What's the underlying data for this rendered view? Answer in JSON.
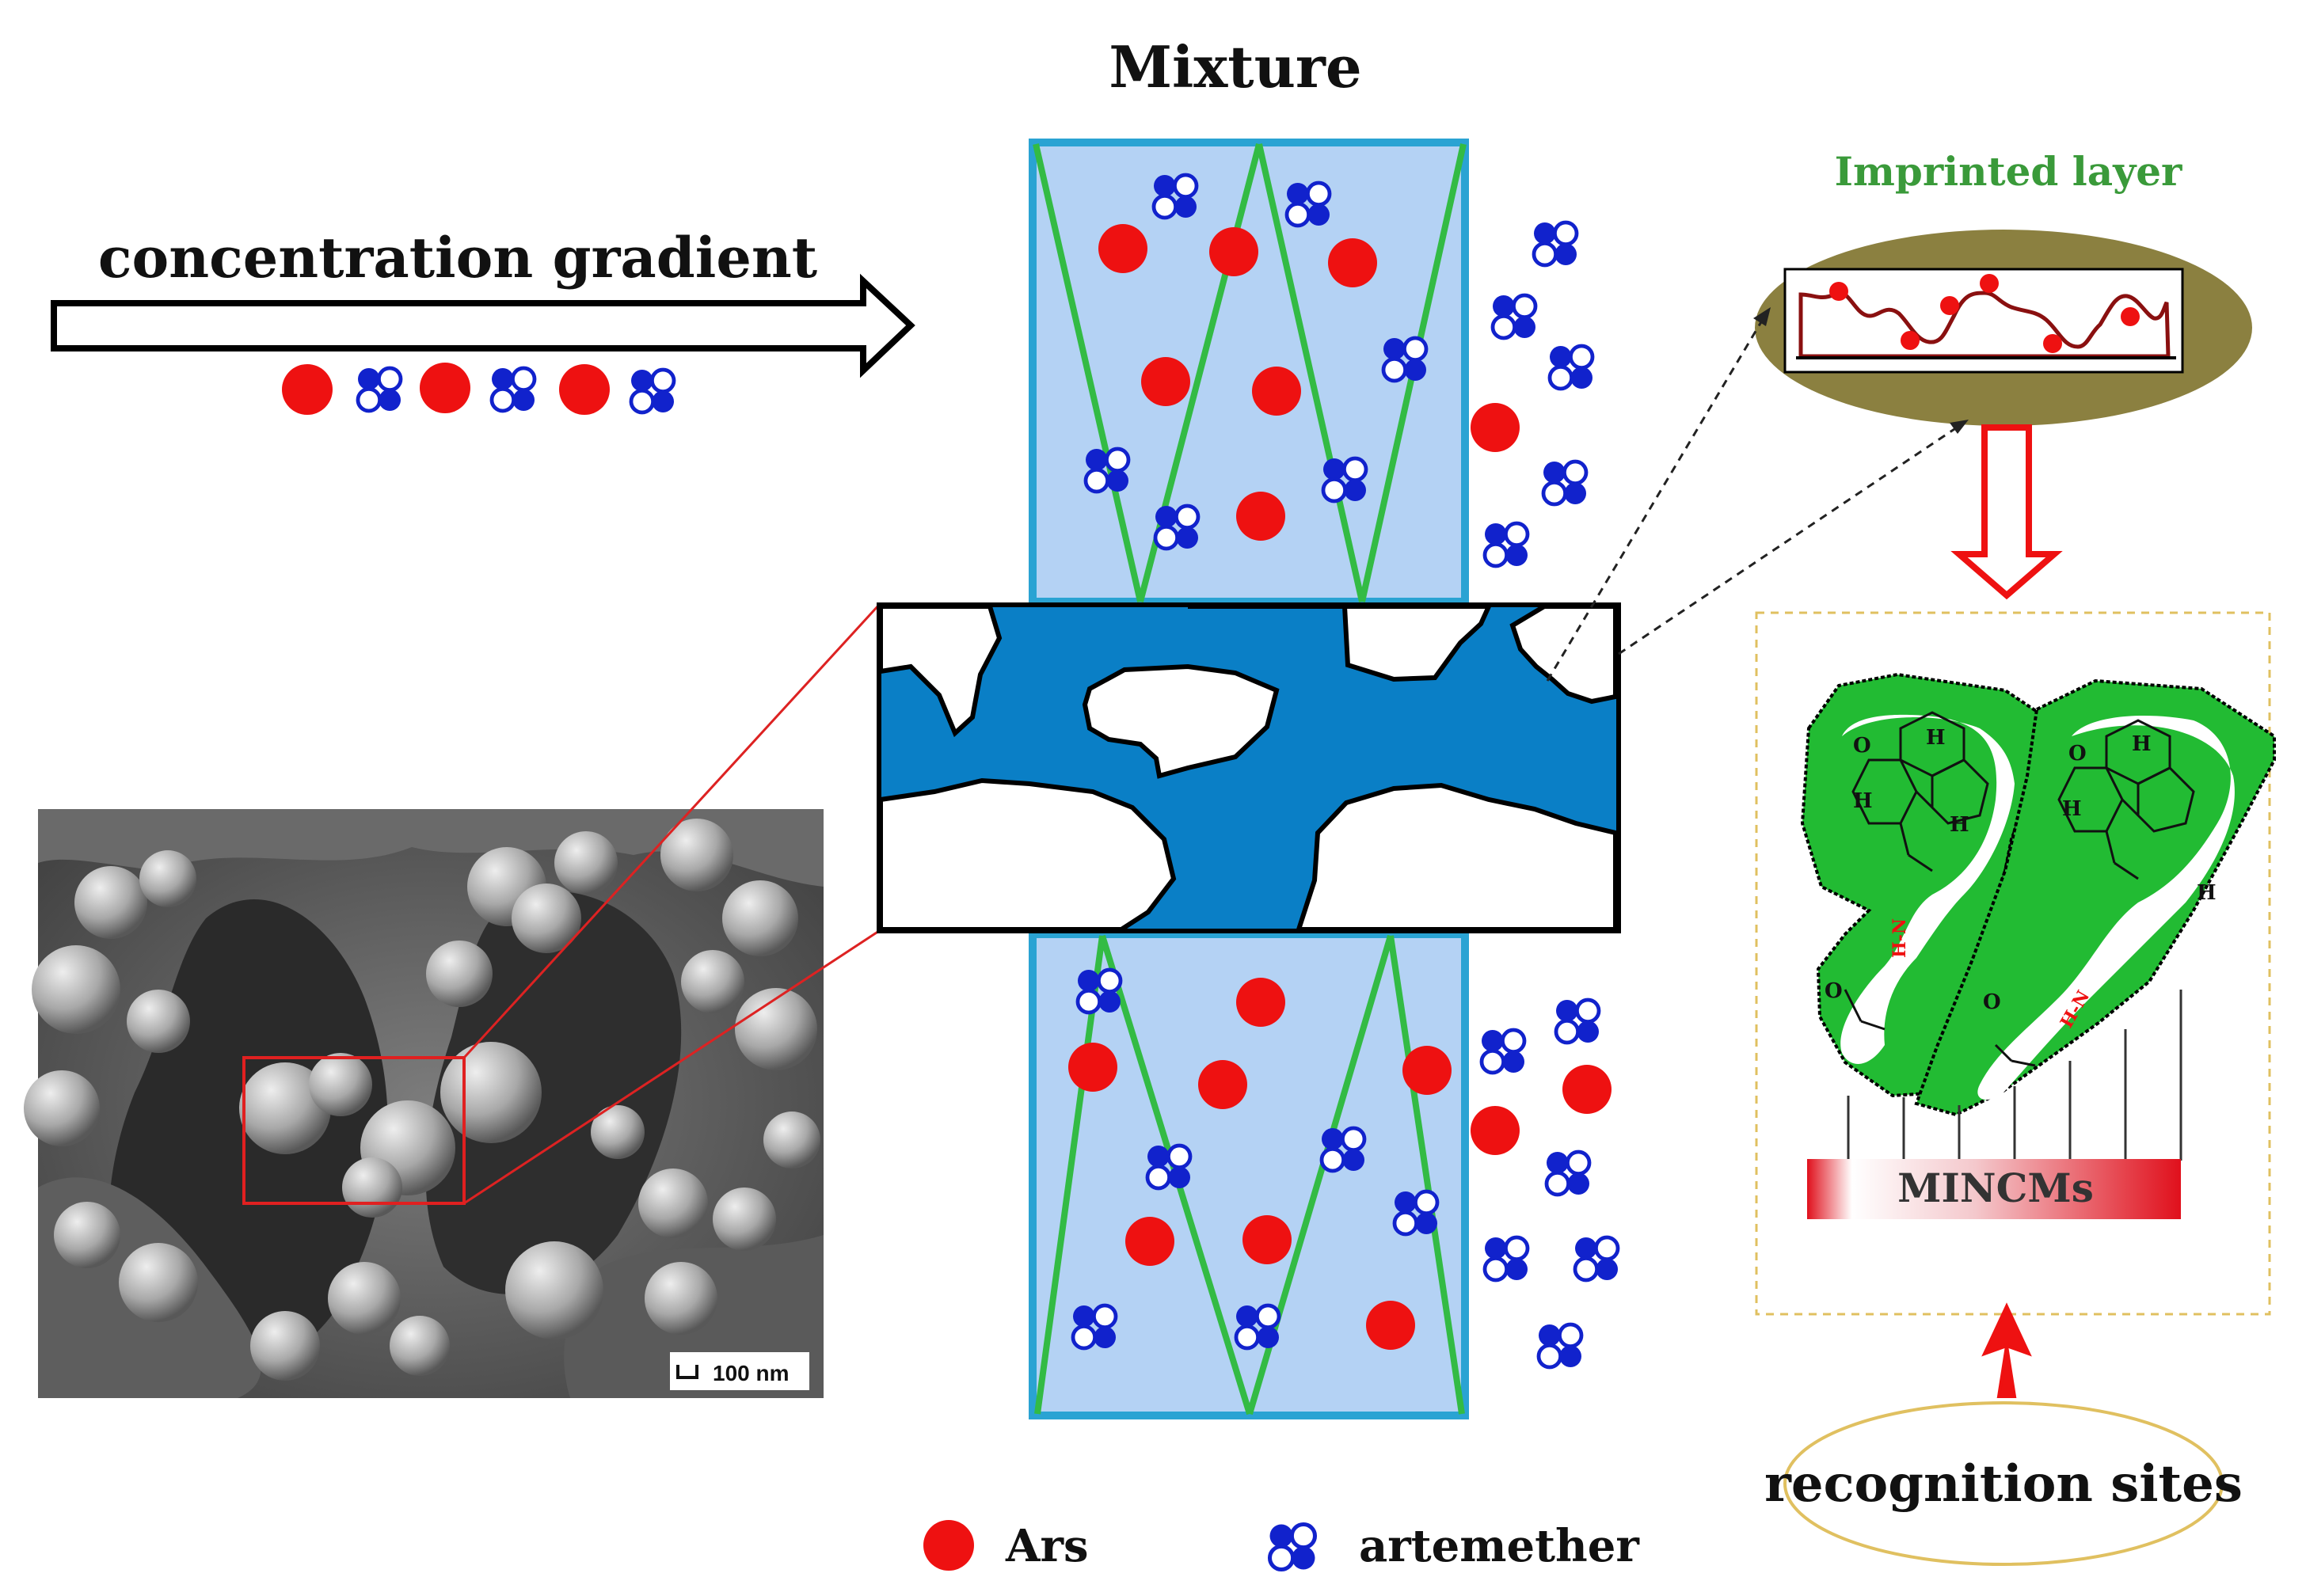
{
  "title": "Mixture",
  "gradient_label": "concentration gradient",
  "imprinted_layer_label": "Imprinted layer",
  "sem_scale_label": "100 nm",
  "mincm_label": "MINCMs",
  "recognition_label": "recognition sites",
  "atom_labels": {
    "hydrogen": "H",
    "oxygen": "O",
    "bond_label": "H-N"
  },
  "legend": {
    "ars_label": "Ars",
    "artemether_label": "artemether"
  },
  "colors": {
    "ars": "#ee1111",
    "artemether": "#1122cc",
    "membrane_fill": "#b4d2f4",
    "membrane_border": "#2aa3d3",
    "fiber_lines": "#33bb44",
    "pore_blue": "#0a7fc6",
    "imprinted_label": "#3a9a3a",
    "imprinted_oval": "#8b8040",
    "arrow_red": "#ee1111",
    "template_green": "#22bb33"
  }
}
